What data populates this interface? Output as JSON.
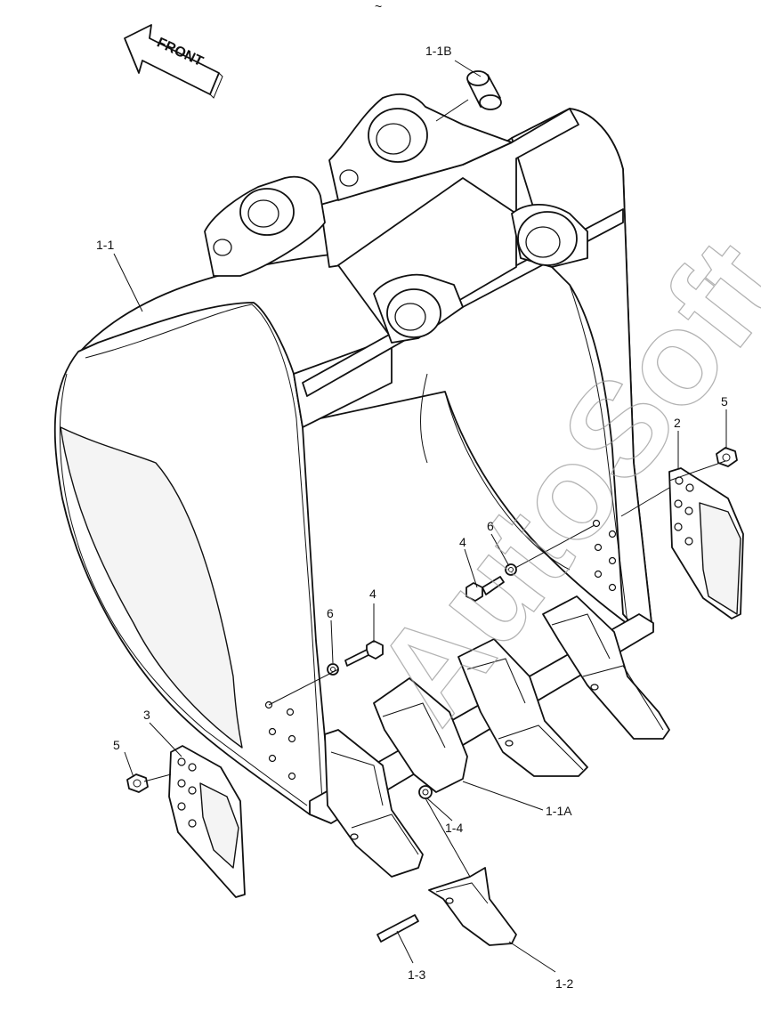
{
  "diagram": {
    "front_label": "FRONT",
    "watermark": "AutoSoft",
    "callouts": {
      "c_1_1B": "1-1B",
      "c_1_1": "1-1",
      "c_2": "2",
      "c_5_right": "5",
      "c_6_right": "6",
      "c_4_right": "4",
      "c_4_left": "4",
      "c_6_left": "6",
      "c_3": "3",
      "c_5_left": "5",
      "c_1_1A": "1-1A",
      "c_1_4": "1-4",
      "c_1_3": "1-3",
      "c_1_2": "1-2"
    }
  }
}
